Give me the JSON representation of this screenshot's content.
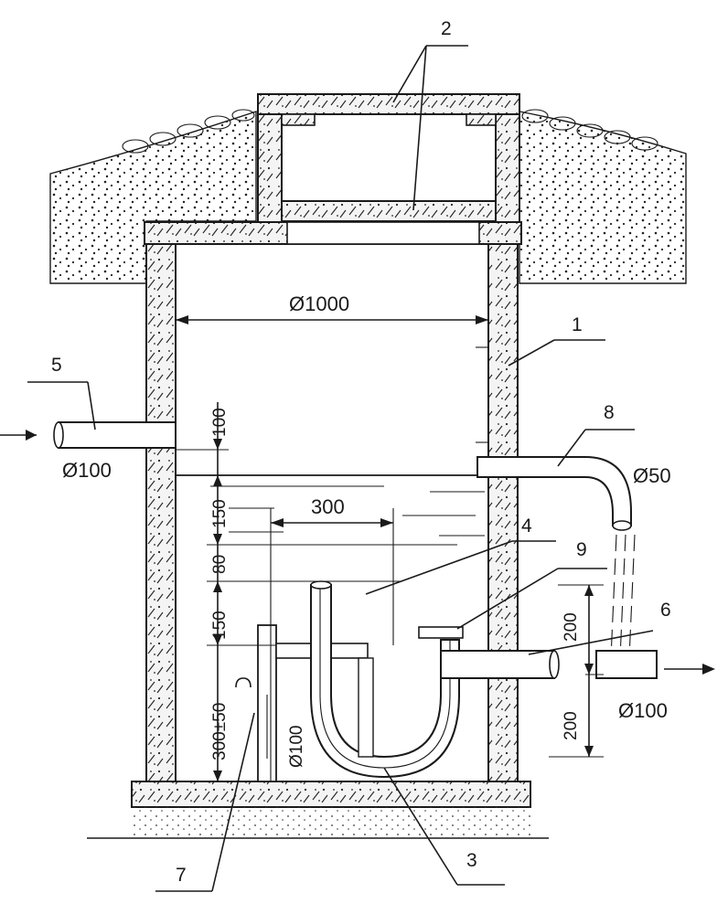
{
  "labels": {
    "d_shaft": "Ø1000",
    "d_inlet": "Ø100",
    "d_outlet": "Ø100",
    "d_overflow": "Ø50",
    "d_vertical": "Ø100",
    "dim_100": "100",
    "dim_150a": "150",
    "dim_80": "80",
    "dim_150b": "150",
    "dim_300_50": "300±50",
    "dim_300": "300",
    "dim_200a": "200",
    "dim_200b": "200"
  },
  "callouts": [
    "1",
    "2",
    "3",
    "4",
    "5",
    "6",
    "7",
    "8",
    "9"
  ]
}
